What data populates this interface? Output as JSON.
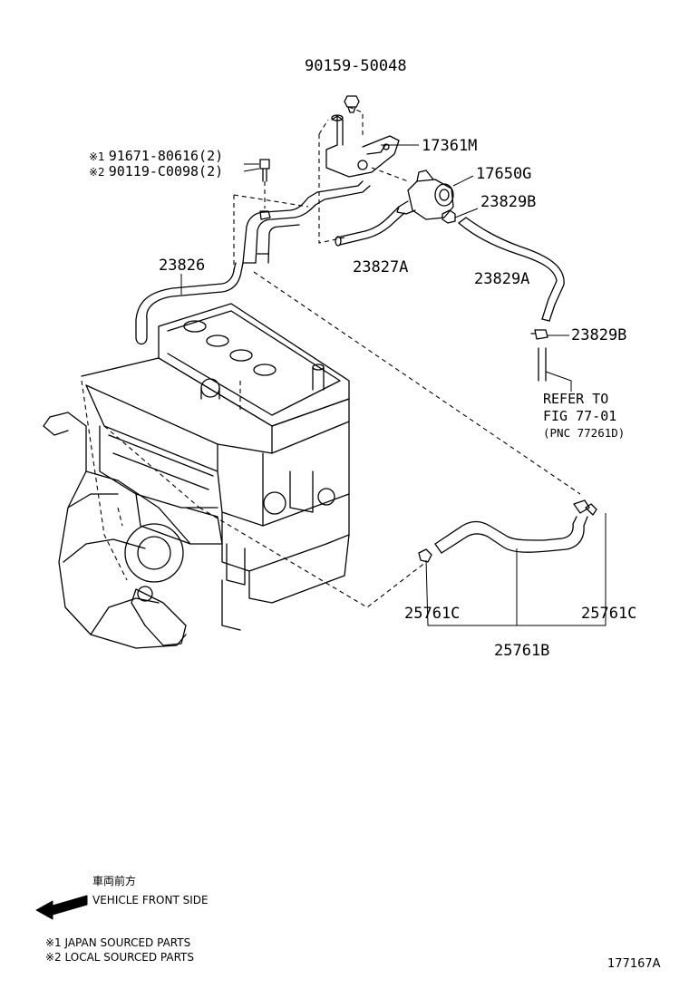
{
  "parts": {
    "p90159": "90159-50048",
    "p17361m": "17361M",
    "p17650g": "17650G",
    "p23829b_top": "23829B",
    "p23827a": "23827A",
    "p23829a": "23829A",
    "p23829b_mid": "23829B",
    "p23826": "23826",
    "p25761c_left": "25761C",
    "p25761c_right": "25761C",
    "p25761b": "25761B"
  },
  "bolt_callout": {
    "line1_mark": "※1",
    "line1_text": "91671-80616(2)",
    "line2_mark": "※2",
    "line2_text": "90119-C0098(2)"
  },
  "refer": {
    "line1": "REFER TO",
    "line2": "FIG 77-01",
    "line3": "(PNC 77261D)"
  },
  "front": {
    "japanese": "車両前方",
    "english": "VEHICLE FRONT SIDE"
  },
  "notes": {
    "note1": "※1 JAPAN SOURCED PARTS",
    "note2": "※2 LOCAL SOURCED PARTS"
  },
  "figure_id": "177167A",
  "colors": {
    "line": "#000000",
    "background": "#ffffff"
  }
}
